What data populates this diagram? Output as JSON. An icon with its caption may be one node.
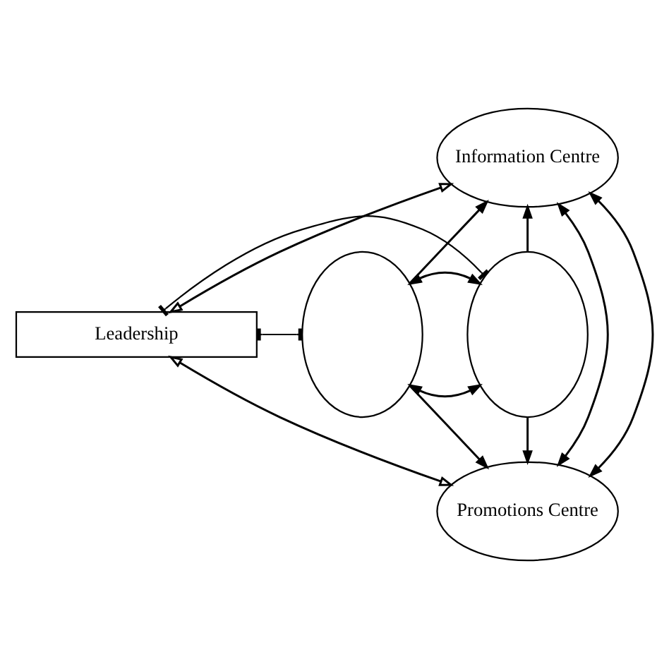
{
  "diagram": {
    "nodes": [
      {
        "text": [
          "Information Centre"
        ]
      },
      {
        "text": [],
        "shape": "ellipse"
      },
      {
        "text": [
          "Leadership"
        ]
      },
      {
        "text": [],
        "shape": "ellipse"
      },
      {
        "text": [
          "Promotions Centre"
        ]
      }
    ],
    "edges": [
      {
        "from": 1,
        "to": 0,
        "arrow": "to"
      },
      {
        "from": 3,
        "to": 0,
        "arrow": "to"
      },
      {
        "from": 1,
        "to": 4,
        "arrow": "to"
      },
      {
        "from": 3,
        "to": 4,
        "arrow": "to"
      },
      {
        "from": 1,
        "to": 3,
        "arrow": "both"
      },
      {
        "from": 1,
        "to": 3,
        "arrow": "both"
      },
      {
        "from": 0,
        "to": 4,
        "arrow": "both"
      },
      {
        "from": 0,
        "to": 4,
        "arrow": "both"
      },
      {
        "from": 0,
        "to": 2,
        "arrow": "both"
      },
      {
        "from": 2,
        "to": 4,
        "arrow": "both"
      },
      {
        "from": 2,
        "to": 1,
        "arrow": "other"
      },
      {
        "from": 2,
        "to": 3,
        "arrow": "other"
      }
    ]
  }
}
